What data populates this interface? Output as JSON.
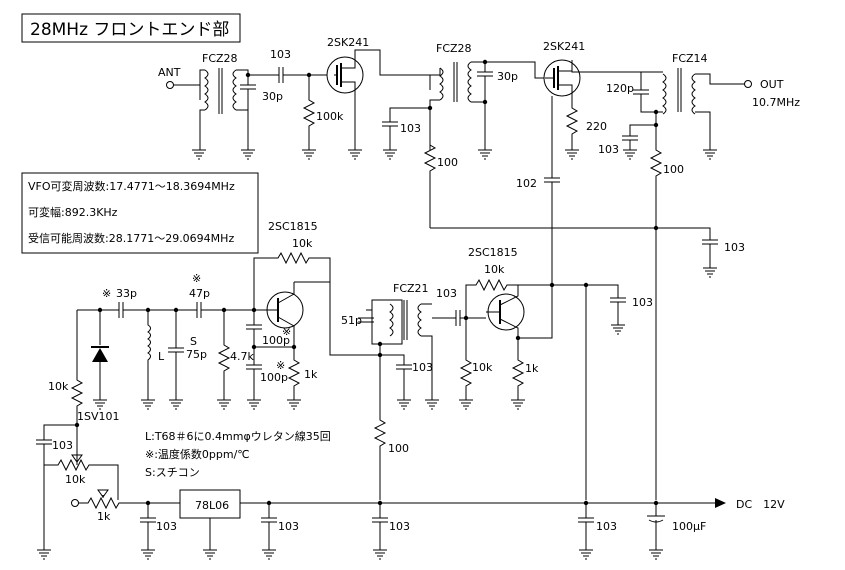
{
  "title": "28MHz フロントエンド部",
  "vfo_box": {
    "line1": "VFO可変周波数:17.4771～18.3694MHz",
    "line2": "可変幅:892.3KHz",
    "line3": "受信可能周波数:28.1771～29.0694MHz"
  },
  "notes": {
    "line1": "L:T68＃6に0.4mmφウレタン線35回",
    "line2": "※:温度係数0ppm/℃",
    "line3": "S:スチコン"
  },
  "terminals": {
    "ant": "ANT",
    "out": "OUT",
    "out_freq": "10.7MHz",
    "dc": "DC　12V"
  },
  "labels": {
    "fcz28_a": "FCZ28",
    "fcz28_b": "FCZ28",
    "fcz14": "FCZ14",
    "fcz21": "FCZ21",
    "q_2sk241_a": "2SK241",
    "q_2sk241_b": "2SK241",
    "q_2sc1815_a": "2SC1815",
    "q_2sc1815_b": "2SC1815",
    "c_30p_a": "30p",
    "c_30p_b": "30p",
    "c_120p": "120p",
    "c_103_couple_a": "103",
    "c_103_mid": "103",
    "c_103_fcz14": "103",
    "c_102": "102",
    "c_103_rail": "103",
    "c_33p": "33p",
    "c_33p_mark": "※",
    "c_47p": "47p",
    "c_47p_mark": "※",
    "c_s_mark": "S",
    "c_75p": "75p",
    "c_100p_a": "100p",
    "c_100p_a_mark": "※",
    "c_100p_b": "100p",
    "c_100p_b_mark": "※",
    "c_51p": "51p",
    "c_103_couple_b": "103",
    "c_103_fcz21": "103",
    "c_103_q4": "103",
    "c_103_trim": "103",
    "c_103_b1": "103",
    "c_103_b2": "103",
    "c_103_b3": "103",
    "c_103_b4": "103",
    "c_100uf": "100μF",
    "r_100k": "100k",
    "r_220": "220",
    "r_100_a": "100",
    "r_100_b": "100",
    "r_100_c": "100",
    "r_10k_fb1": "10k",
    "r_10k_fb2": "10k",
    "r_10k_varicap": "10k",
    "r_10k_q4": "10k",
    "r_10k_pot": "10k",
    "r_4_7k": "4.7k",
    "r_1k_q3": "1k",
    "r_1k_q4": "1k",
    "r_1k_pot": "1k",
    "l_coil": "L",
    "diode": "1SV101",
    "regulator": "78L06"
  }
}
